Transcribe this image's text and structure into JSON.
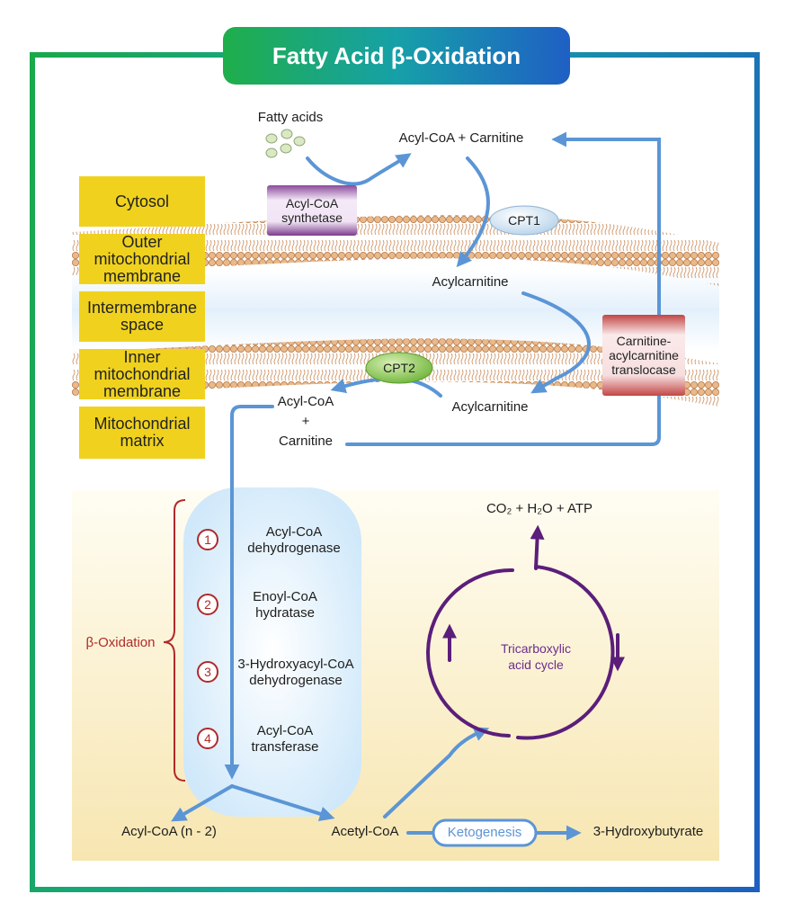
{
  "title": "Fatty Acid β-Oxidation",
  "compartments": [
    "Cytosol",
    "Outer mitochondrial membrane",
    "Intermembrane space",
    "Inner mitochondrial membrane",
    "Mitochondrial matrix"
  ],
  "transport": {
    "fatty_acids": "Fatty acids",
    "acyl_coa_synthetase": "Acyl-CoA synthetase",
    "acyl_coa_carnitine": "Acyl-CoA + Carnitine",
    "cpt1": "CPT1",
    "acylcarnitine_ims": "Acylcarnitine",
    "translocase": "Carnitine-acylcarnitine translocase",
    "cpt2": "CPT2",
    "acylcarnitine_matrix": "Acylcarnitine",
    "acyl_coa_matrix_1": "Acyl-CoA",
    "acyl_coa_matrix_2": "+",
    "acyl_coa_matrix_3": "Carnitine"
  },
  "beta_oxidation": {
    "label": "β-Oxidation",
    "steps": [
      {
        "num": "1",
        "l1": "Acyl-CoA",
        "l2": "dehydrogenase"
      },
      {
        "num": "2",
        "l1": "Enoyl-CoA",
        "l2": "hydratase"
      },
      {
        "num": "3",
        "l1": "3-Hydroxyacyl-CoA",
        "l2": "dehydrogenase"
      },
      {
        "num": "4",
        "l1": "Acyl-CoA",
        "l2": "transferase"
      }
    ]
  },
  "products": {
    "acyl_coa_n2": "Acyl-CoA (n - 2)",
    "acetyl_coa": "Acetyl-CoA",
    "ketogenesis": "Ketogenesis",
    "hydroxybutyrate": "3-Hydroxybutyrate",
    "tca_1": "Tricarboxylic",
    "tca_2": "acid cycle",
    "co2_output": "CO₂ + H₂O + ATP"
  },
  "colors": {
    "arrow": "#5b95d6",
    "compartment": "#f0d21e",
    "tca": "#5b1e7a",
    "beta_label": "#b02a2a",
    "cpt2": "#7cc242",
    "synthetase": "#7b3c8c",
    "translocase": "#c24646"
  }
}
